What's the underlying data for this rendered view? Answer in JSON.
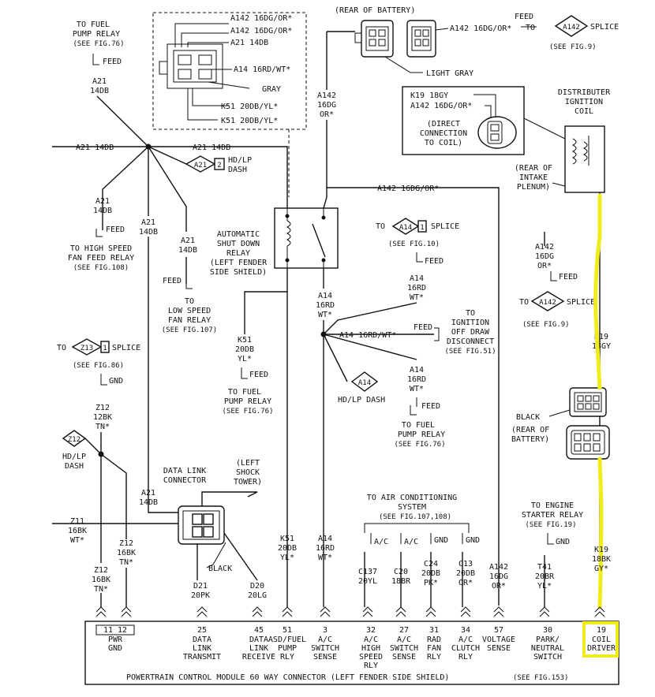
{
  "fuel_pump_relay_top": [
    "TO FUEL",
    "PUMP RELAY",
    "(SEE FIG.76)"
  ],
  "feed": "FEED",
  "a21_14db_v": [
    "A21",
    "14DB"
  ],
  "a21_14db_h": "A21 14DB",
  "relay_callouts": [
    "A142 16DG/OR*",
    "A142 16DG/OR*",
    "A21 14DB",
    "A14 16RD/WT*",
    "GRAY",
    "K51 20DB/YL*",
    "K51 20DB/YL*"
  ],
  "rear_of_battery": "(REAR OF BATTERY)",
  "light_gray": "LIGHT GRAY",
  "a142_top_label": "A142 16DG/OR*",
  "a142_splice": "A142",
  "splice": "SPLICE",
  "see_fig_9": "(SEE FIG.9)",
  "to": "TO",
  "a142_vertical": [
    "A142",
    "16DG",
    "OR*"
  ],
  "coil_box_labels": [
    "K19 18GY",
    "A142 16DG/OR*"
  ],
  "direct_connection": [
    "(DIRECT",
    "CONNECTION",
    "TO COIL)"
  ],
  "distributor_coil": [
    "DISTRIBUTER",
    "IGNITION",
    "COIL"
  ],
  "rear_intake": [
    "(REAR OF",
    "INTAKE",
    "PLENUM)"
  ],
  "a21_hd_dash": "A21",
  "hd_lp_dash": [
    "HD/LP",
    "DASH"
  ],
  "hd_lp_dash_inline": "HD/LP DASH",
  "high_speed_fan": [
    "TO HIGH SPEED",
    "FAN FEED RELAY",
    "(SEE FIG.108)"
  ],
  "low_speed_fan": [
    "TO",
    "LOW SPEED",
    "FAN RELAY",
    "(SEE FIG.107)"
  ],
  "asd_relay": [
    "AUTOMATIC",
    "SHUT DOWN",
    "RELAY",
    "(LEFT FENDER",
    "SIDE SHIELD)"
  ],
  "a142_16dg_mid": "A142 16DG/OR*",
  "a14_splice_see": "(SEE FIG.10)",
  "a14": "A14",
  "a14_16rd_wt": [
    "A14",
    "16RD",
    "WT*"
  ],
  "a14_16rd_inline": "A14 16RD/WT*",
  "ignition_off_draw": [
    "TO",
    "IGNITION",
    "OFF DRAW",
    "DISCONNECT",
    "(SEE FIG.51)"
  ],
  "k51_20db": [
    "K51",
    "20DB",
    "YL*"
  ],
  "fuel_pump_relay_mid": [
    "TO FUEL",
    "PUMP RELAY",
    "(SEE FIG.76)"
  ],
  "z13": "Z13",
  "see_fig_86": "(SEE FIG.86)",
  "gnd": "GND",
  "z12_12bk": [
    "Z12",
    "12BK",
    "TN*"
  ],
  "z12": "Z12",
  "black": "BLACK",
  "rear_battery_lower": [
    "(REAR OF",
    "BATTERY)"
  ],
  "k19_18gy": [
    "K19",
    "18GY"
  ],
  "data_link_connector": [
    "DATA LINK",
    "CONNECTOR"
  ],
  "left_shock_tower": [
    "(LEFT",
    "SHOCK",
    "TOWER)"
  ],
  "z11": [
    "Z11",
    "16BK",
    "WT*"
  ],
  "z12_16bk": [
    "Z12",
    "16BK",
    "TN*"
  ],
  "a21_14db_lower": [
    "A21",
    "14DB"
  ],
  "ac_system": [
    "TO AIR CONDITIONING",
    "SYSTEM",
    "(SEE FIG.107,108)"
  ],
  "ac_feeds": [
    "A/C",
    "A/C",
    "GND",
    "GND"
  ],
  "engine_starter": [
    "TO ENGINE",
    "STARTER RELAY",
    "(SEE FIG.19)"
  ],
  "bottom_wires": [
    [
      "Z12",
      "16BK",
      "TN*"
    ],
    [
      "D21",
      "20PK"
    ],
    [
      "D20",
      "20LG"
    ],
    [
      "K51",
      "20DB",
      "YL*"
    ],
    [
      "A14",
      "16RD",
      "WT*"
    ],
    [
      "C137",
      "20YL"
    ],
    [
      "C20",
      "18BR"
    ],
    [
      "C24",
      "20DB",
      "PK*"
    ],
    [
      "C13",
      "20DB",
      "OR*"
    ],
    [
      "A142",
      "16DG",
      "OR*"
    ],
    [
      "T41",
      "20BR",
      "YL*"
    ],
    [
      "K19",
      "18BK",
      "GY*"
    ]
  ],
  "pins": [
    {
      "num": "11 12",
      "label": [
        "PWR",
        "GND"
      ]
    },
    {
      "num": "25",
      "label": [
        "DATA",
        "LINK",
        "TRANSMIT"
      ]
    },
    {
      "num": "45",
      "label": [
        "DATA",
        "LINK",
        "RECEIVE"
      ]
    },
    {
      "num": "51",
      "label": [
        "ASD/FUEL",
        "PUMP",
        "RLY"
      ]
    },
    {
      "num": "3",
      "label": [
        "A/C",
        "SWITCH",
        "SENSE"
      ]
    },
    {
      "num": "32",
      "label": [
        "A/C",
        "HIGH",
        "SPEED",
        "RLY"
      ]
    },
    {
      "num": "27",
      "label": [
        "A/C",
        "SWITCH",
        "SENSE"
      ]
    },
    {
      "num": "31",
      "label": [
        "RAD",
        "FAN",
        "RLY"
      ]
    },
    {
      "num": "34",
      "label": [
        "A/C",
        "CLUTCH",
        "RLY"
      ]
    },
    {
      "num": "57",
      "label": [
        "VOLTAGE",
        "SENSE"
      ]
    },
    {
      "num": "30",
      "label": [
        "PARK/",
        "NEUTRAL",
        "SWITCH"
      ]
    },
    {
      "num": "19",
      "label": [
        "COIL",
        "DRIVER"
      ]
    }
  ],
  "pcm_footer": "POWERTRAIN CONTROL MODULE 60 WAY CONNECTOR (LEFT FENDER SIDE SHIELD)",
  "pcm_footer_fig": "(SEE FIG.153)",
  "highlight_color": "#f0ec1c"
}
